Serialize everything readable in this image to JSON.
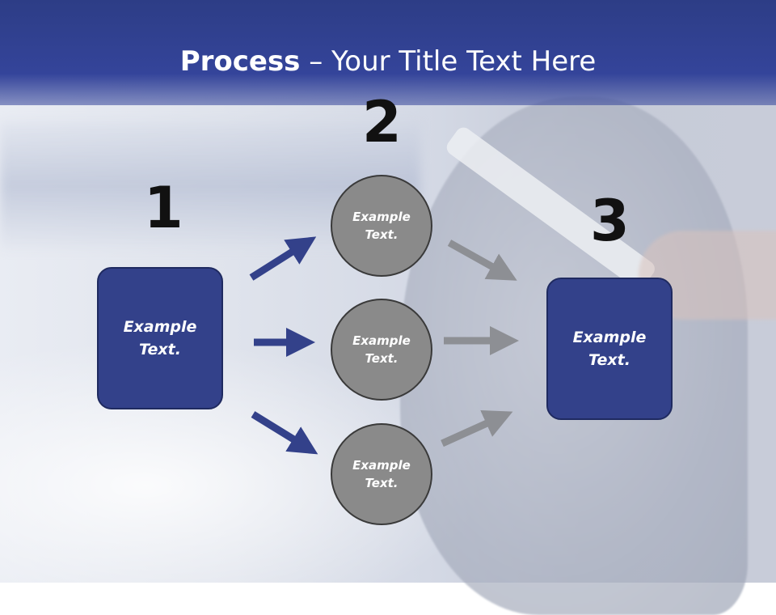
{
  "slide": {
    "title_bold": "Process",
    "title_rest": " – Your Title Text Here"
  },
  "steps": {
    "one": "1",
    "two": "2",
    "three": "3"
  },
  "nodes": {
    "left_box": "Example\nText.",
    "circle_top": "Example\nText.",
    "circle_middle": "Example\nText.",
    "circle_bottom": "Example\nText.",
    "right_box": "Example\nText."
  },
  "colors": {
    "header": "#34449a",
    "box_fill": "#33418a",
    "circle_fill": "#8a8a8a",
    "arrow_blue": "#33418a",
    "arrow_gray": "#8d8f94"
  }
}
